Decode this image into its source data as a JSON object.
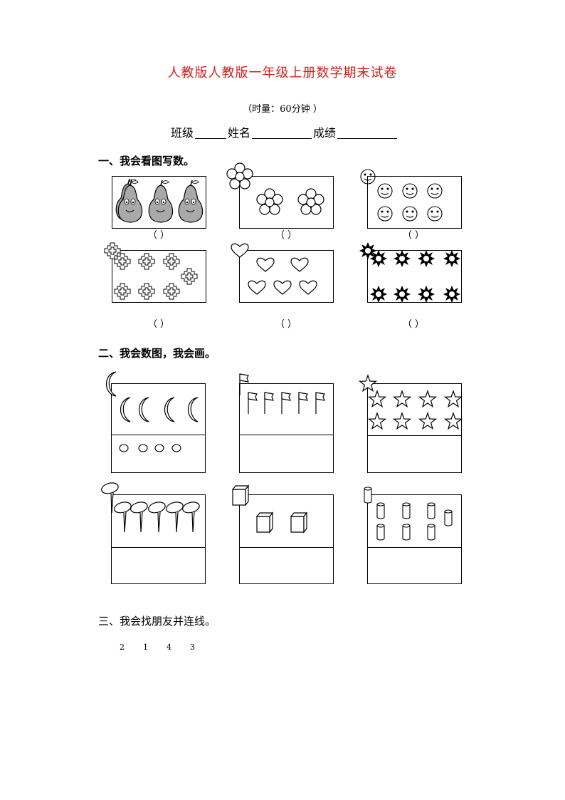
{
  "title": "人教版人教版一年级上册数学期末试卷",
  "timing": "（时量：60分钟 ）",
  "info": {
    "class_label": "班级",
    "name_label": "姓名",
    "score_label": "成绩"
  },
  "sections": {
    "s1": "一、我会看图写数。",
    "s2": "二、我会数图，我会画。",
    "s3": "三、我会找朋友并连线。"
  },
  "answer_blank": "（      ）",
  "section1_items": [
    {
      "picture": "pear-icon",
      "count_shown": 3
    },
    {
      "picture": "flower-icon",
      "count_shown": 2
    },
    {
      "picture": "smiley-icon",
      "count_shown": 6
    },
    {
      "picture": "cross-tile-icon",
      "count_shown": 7
    },
    {
      "picture": "heart-icon",
      "count_shown": 5
    },
    {
      "picture": "sun-icon",
      "count_shown": 8
    }
  ],
  "section2_items": [
    {
      "top": "moon-icon",
      "top_count": 4,
      "bottom": "circle-icon",
      "bottom_count": 4
    },
    {
      "top": "flag-icon",
      "top_count": 5
    },
    {
      "top": "star-icon",
      "top_count": 8
    },
    {
      "top": "lollipop-icon",
      "top_count": 5
    },
    {
      "top": "cube-icon",
      "top_count": 2
    },
    {
      "top": "cylinder-icon",
      "top_count": 7
    }
  ],
  "section3_numbers": [
    "2",
    "1",
    "4",
    "3"
  ]
}
